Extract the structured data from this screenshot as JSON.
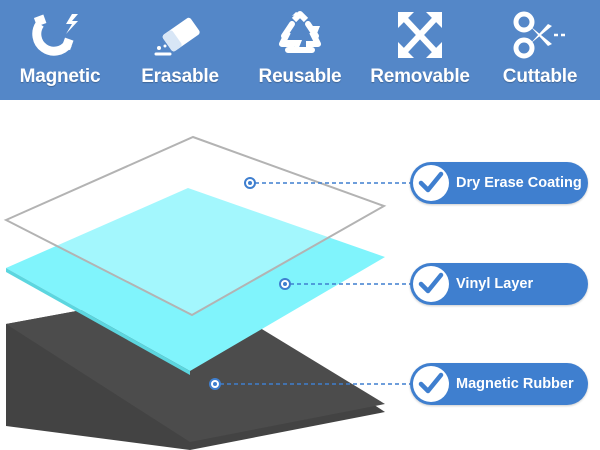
{
  "colors": {
    "banner": "#5487c8",
    "pill": "#3f7fcf",
    "vinyl_layer": "#7ff6fc",
    "rubber_layer": "#4a4a4a",
    "coating_outline": "#b5b5b5"
  },
  "features": [
    {
      "label": "Magnetic",
      "icon": "magnet-icon"
    },
    {
      "label": "Erasable",
      "icon": "eraser-icon"
    },
    {
      "label": "Reusable",
      "icon": "recycle-icon"
    },
    {
      "label": "Removable",
      "icon": "expand-arrows-icon"
    },
    {
      "label": "Cuttable",
      "icon": "scissors-icon"
    }
  ],
  "layers": [
    {
      "label": "Dry Erase Coating",
      "icon": "check-icon"
    },
    {
      "label": "Vinyl Layer",
      "icon": "check-icon"
    },
    {
      "label": "Magnetic Rubber",
      "icon": "check-icon"
    }
  ]
}
